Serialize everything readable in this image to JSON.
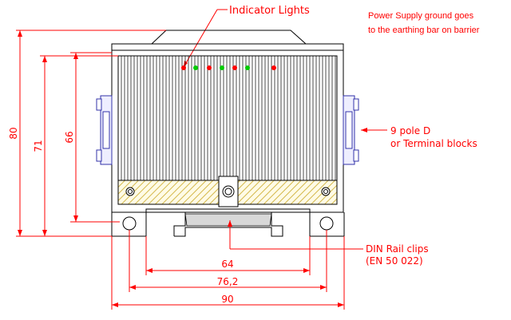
{
  "labels": {
    "indicator": "Indicator Lights",
    "note_line1": "Power Supply ground goes",
    "note_line2": "to the earthing bar on barrier",
    "connector_line1": "9 pole D",
    "connector_line2": "or Terminal blocks",
    "din_line1": "DIN Rail clips",
    "din_line2": "(EN 50 022)"
  },
  "dimensions": {
    "height_overall": "80",
    "height_71": "71",
    "height_66": "66",
    "width_64": "64",
    "width_76": "76,2",
    "width_90": "90"
  },
  "indicator_leds": [
    {
      "color": "#ff0000"
    },
    {
      "color": "#00cc00"
    },
    {
      "color": "#ff0000"
    },
    {
      "color": "#00cc00"
    },
    {
      "color": "#ff0000"
    },
    {
      "color": "#00cc00"
    },
    {
      "color": "#ff0000"
    }
  ],
  "colors": {
    "dimension": "#ff0000",
    "outline": "#000000",
    "hatch": "#e8d870",
    "connector": "#3333aa"
  }
}
